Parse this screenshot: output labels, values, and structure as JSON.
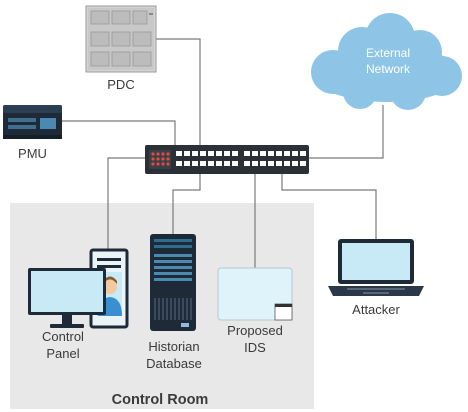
{
  "nodes": {
    "pdc": {
      "label": "PDC"
    },
    "pmu": {
      "label": "PMU"
    },
    "external_network": {
      "label": "External\nNetwork"
    },
    "control_panel": {
      "label": "Control\nPanel"
    },
    "historian_database": {
      "label": "Historian\nDatabase"
    },
    "proposed_ids": {
      "label": "Proposed\nIDS"
    },
    "attacker": {
      "label": "Attacker"
    }
  },
  "control_room": {
    "label": "Control Room"
  },
  "colors": {
    "control_room_fill": "#e8e8e8",
    "cloud": "#8ec5e6",
    "device_dark": "#1e2a38",
    "screen": "#c7eaf6",
    "link_line": "#7a7a7a",
    "switch_body": "#2b2f36"
  }
}
